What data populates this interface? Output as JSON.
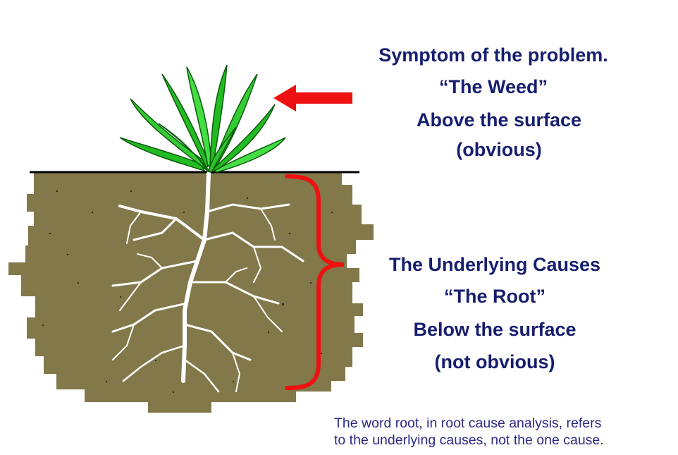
{
  "symptom": {
    "line1": "Symptom of the problem.",
    "line2": "“The Weed”",
    "line3": "Above the surface",
    "line4": "(obvious)"
  },
  "cause": {
    "line1_prefix": "The ",
    "line1_emphasis": "Underlying Causes",
    "line2": "“The Root”",
    "line3": "Below the surface",
    "line4": "(not obvious)"
  },
  "note": {
    "line1": "The word root, in root cause analysis, refers",
    "line2": "to the underlying causes, not the one cause."
  },
  "colors": {
    "text": "#171e6e",
    "note_text": "#2a2a86",
    "arrow": "#ee1111",
    "brace": "#ee1111",
    "soil": "#82784a",
    "root": "#ffffff",
    "leaf": "#22bb22",
    "surface_line": "#000000"
  },
  "icons": {
    "pointer": "left-arrow-icon",
    "grouping": "curly-brace"
  }
}
